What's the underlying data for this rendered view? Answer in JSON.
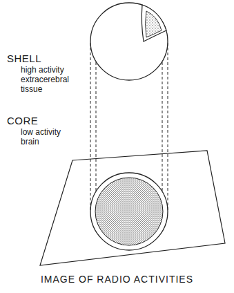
{
  "diagram": {
    "caption": "IMAGE OF RADIO ACTIVITIES",
    "labels": [
      "SHELL",
      "high activity extracerebral tissue",
      "CORE",
      "low activity brain"
    ]
  }
}
